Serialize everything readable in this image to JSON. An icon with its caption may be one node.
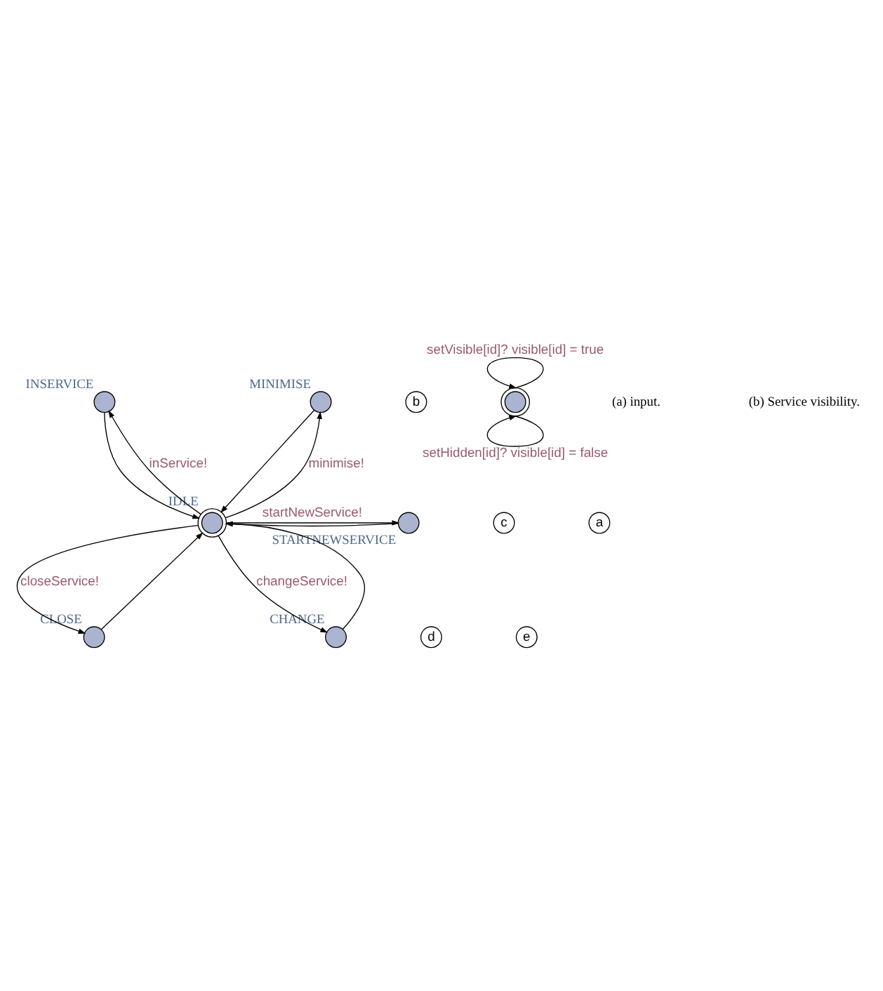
{
  "diagram": {
    "nodes": [
      {
        "text": [
          "INSERVICE"
        ]
      },
      {
        "text": [
          "MINIMISE"
        ]
      },
      {
        "text": [
          "STARTNEWSERVICE"
        ]
      },
      {
        "text": [
          "IDLE"
        ]
      },
      {
        "text": [
          "CLOSE"
        ]
      },
      {
        "text": [
          "CHANGE"
        ]
      },
      {
        "text": [
          "b"
        ]
      },
      {
        "text": [
          "c"
        ]
      },
      {
        "text": [
          "a"
        ]
      },
      {
        "text": [
          "d"
        ]
      },
      {
        "text": [
          "e"
        ]
      },
      {
        "text": [],
        "shape": "circle"
      }
    ],
    "edges": [
      {
        "from": 3,
        "to": 0,
        "arrow": "to",
        "label": "inService!"
      },
      {
        "from": 0,
        "to": 3,
        "arrow": "to"
      },
      {
        "from": 1,
        "to": 3,
        "arrow": "to"
      },
      {
        "from": 3,
        "to": 1,
        "arrow": "to",
        "label": "minimise!"
      },
      {
        "from": 3,
        "to": 2,
        "arrow": "to",
        "label": "startNewService!"
      },
      {
        "from": 2,
        "to": 3,
        "arrow": "to"
      },
      {
        "from": 3,
        "to": 4,
        "arrow": "to",
        "label": "closeService!"
      },
      {
        "from": 4,
        "to": 3,
        "arrow": "to"
      },
      {
        "from": 3,
        "to": 5,
        "arrow": "to",
        "label": "changeService!"
      },
      {
        "from": 5,
        "to": 3,
        "arrow": "to"
      },
      {
        "from": 11,
        "to": 11,
        "arrow": "to",
        "label": "setVisible[id]? visible[id] = true"
      },
      {
        "from": 11,
        "to": 11,
        "arrow": "to",
        "label": "setHidden[id]? visible[id] = false"
      }
    ],
    "labels": [
      "(a) input.",
      "(b) Service visibility."
    ]
  }
}
